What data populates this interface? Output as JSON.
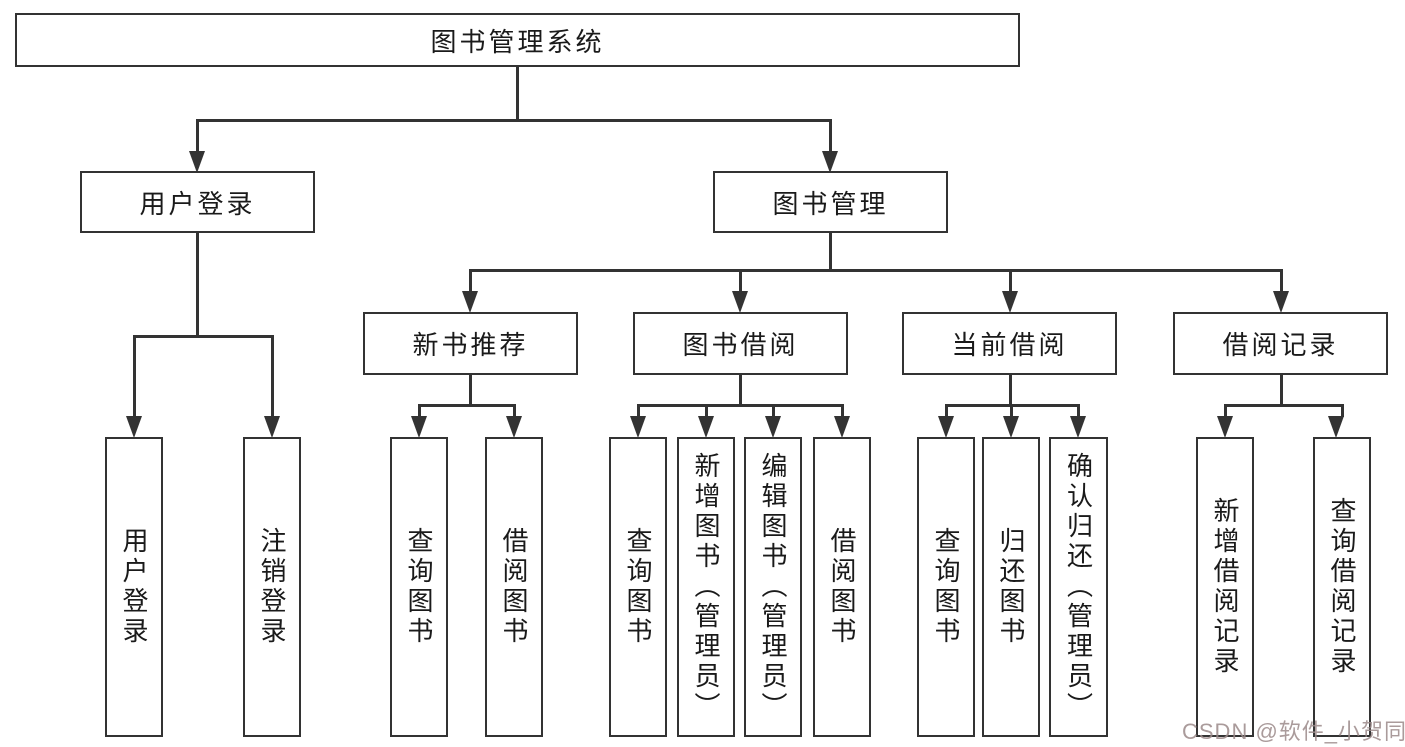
{
  "diagram": {
    "root": {
      "label": "图书管理系统"
    },
    "branches": [
      {
        "label": "用户登录",
        "children": [
          {
            "label": "用户登录"
          },
          {
            "label": "注销登录"
          }
        ]
      },
      {
        "label": "图书管理",
        "children": [
          {
            "label": "新书推荐",
            "children": [
              {
                "label": "查询图书"
              },
              {
                "label": "借阅图书"
              }
            ]
          },
          {
            "label": "图书借阅",
            "children": [
              {
                "label": "查询图书"
              },
              {
                "label": "新增图书（管理员）"
              },
              {
                "label": "编辑图书（管理员）"
              },
              {
                "label": "借阅图书"
              }
            ]
          },
          {
            "label": "当前借阅",
            "children": [
              {
                "label": "查询图书"
              },
              {
                "label": "归还图书"
              },
              {
                "label": "确认归还（管理员）"
              }
            ]
          },
          {
            "label": "借阅记录",
            "children": [
              {
                "label": "新增借阅记录"
              },
              {
                "label": "查询借阅记录"
              }
            ]
          }
        ]
      }
    ],
    "colors": {
      "line": "#333333",
      "box_border": "#333333",
      "box_background": "#ffffff",
      "text": "#1a1a1a",
      "watermark": "#9b8a8a",
      "page_background": "#ffffff"
    }
  },
  "watermark": {
    "text": "CSDN @软件_小贺同学"
  }
}
